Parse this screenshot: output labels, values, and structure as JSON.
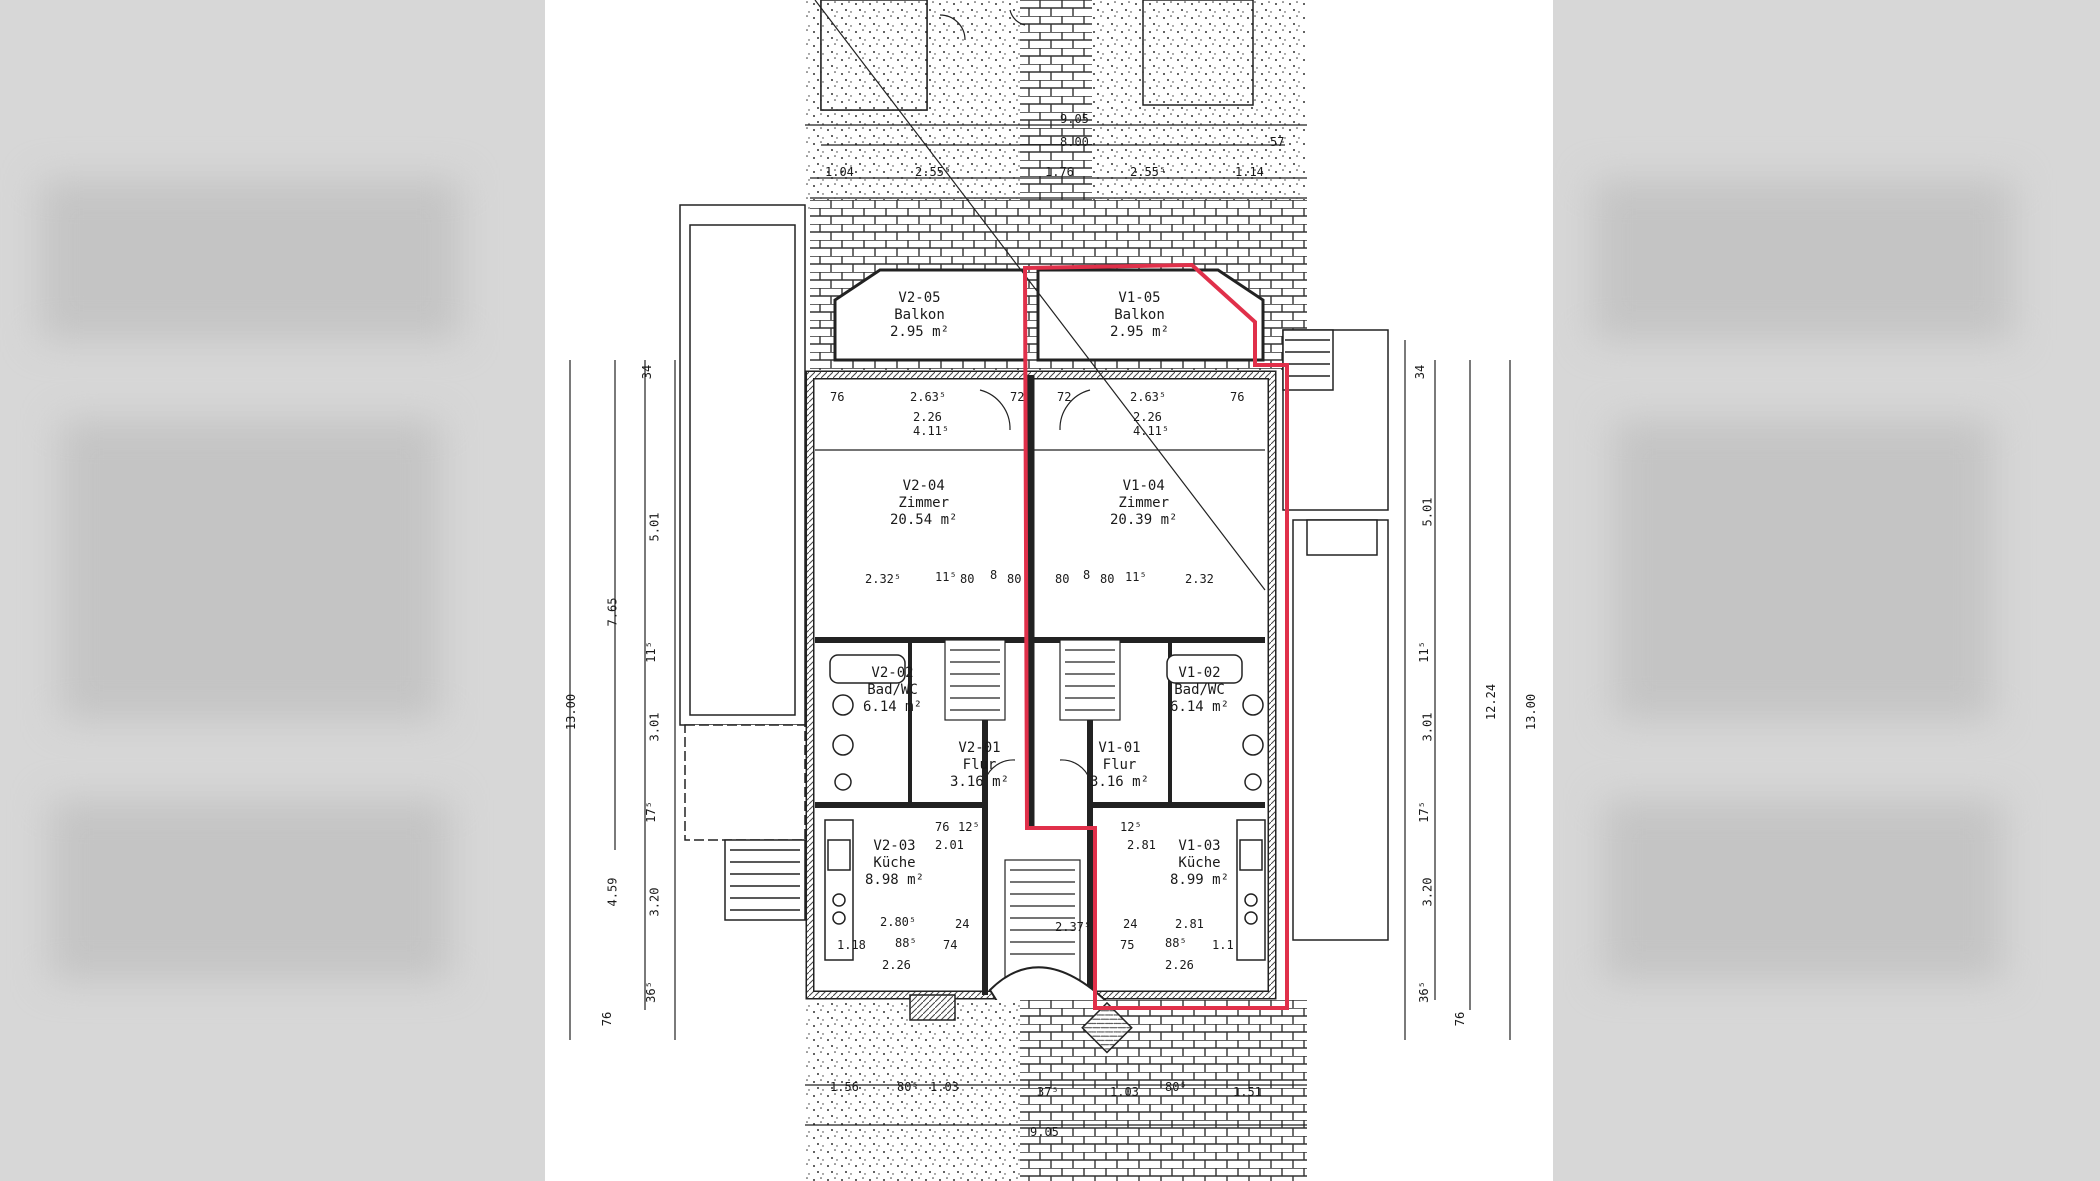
{
  "rooms": {
    "v2_05": {
      "id": "V2-05",
      "name": "Balkon",
      "area": "2.95 m²"
    },
    "v1_05": {
      "id": "V1-05",
      "name": "Balkon",
      "area": "2.95 m²"
    },
    "v2_04": {
      "id": "V2-04",
      "name": "Zimmer",
      "area": "20.54 m²"
    },
    "v1_04": {
      "id": "V1-04",
      "name": "Zimmer",
      "area": "20.39 m²"
    },
    "v2_02": {
      "id": "V2-02",
      "name": "Bad/WC",
      "area": "6.14 m²"
    },
    "v1_02": {
      "id": "V1-02",
      "name": "Bad/WC",
      "area": "6.14 m²"
    },
    "v2_01": {
      "id": "V2-01",
      "name": "Flur",
      "area": "3.16 m²"
    },
    "v1_01": {
      "id": "V1-01",
      "name": "Flur",
      "area": "3.16 m²"
    },
    "v2_03": {
      "id": "V2-03",
      "name": "Küche",
      "area": "8.98 m²"
    },
    "v1_03": {
      "id": "V1-03",
      "name": "Küche",
      "area": "8.99 m²"
    }
  },
  "dimensions": {
    "top": [
      "9.05",
      "8.00",
      "1.04",
      "2.55⁵",
      "1.76",
      "2.55⁵",
      "1.14",
      "57"
    ],
    "upper_left": [
      "76",
      "2.63⁵",
      "72",
      "2.26",
      "4.11⁵"
    ],
    "upper_right": [
      "72",
      "2.63⁵",
      "76",
      "2.26",
      "4.11⁵"
    ],
    "middle_left": [
      "2.32⁵",
      "11⁵",
      "80",
      "8",
      "80"
    ],
    "middle_right": [
      "80",
      "8",
      "80",
      "11⁵",
      "2.32"
    ],
    "lower_left": [
      "2.80⁵",
      "24",
      "1.18",
      "88⁵",
      "74",
      "2.26",
      "76",
      "12⁵",
      "2.01"
    ],
    "lower_right": [
      "2.81",
      "24",
      "75",
      "88⁵",
      "1.1",
      "2.26",
      "12⁵",
      "2.81",
      "2.37⁵"
    ],
    "bottom": [
      "1.56",
      "80⁵",
      "1.03",
      "37⁵",
      "1.03",
      "80⁵",
      "1.51",
      "9.05"
    ],
    "left_chain": [
      "34",
      "5.01",
      "11⁵",
      "3.01",
      "17⁵",
      "3.20",
      "36⁵",
      "76"
    ],
    "left_totals": [
      "13.00",
      "7.65",
      "4.59"
    ],
    "right_chain": [
      "34",
      "5.01",
      "11⁵",
      "3.01",
      "17⁵",
      "3.20",
      "36⁵",
      "76"
    ],
    "right_totals": [
      "12.24",
      "13.00"
    ]
  },
  "colors": {
    "highlight": "#e0304a",
    "ink": "#1a1a1a",
    "panel": "#ffffff",
    "background": "#d7d7d7"
  }
}
